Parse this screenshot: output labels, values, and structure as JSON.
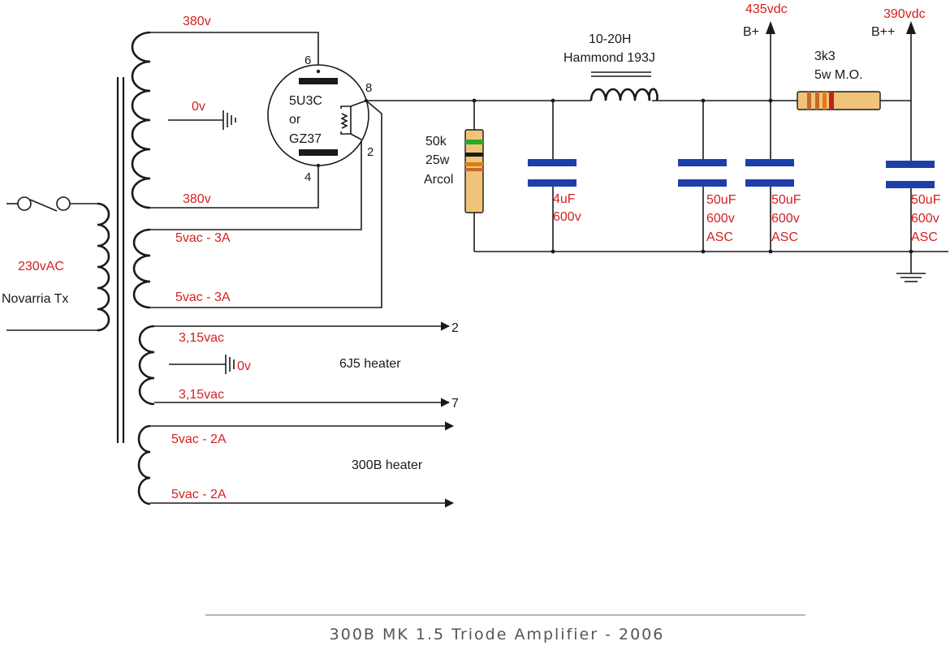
{
  "title": "300B MK 1.5  Triode Amplifier  - 2006",
  "mains": {
    "voltage": "230vAC",
    "transformer": "Novarria Tx"
  },
  "hv_winding": {
    "top": "380v",
    "center": "0v",
    "bottom": "380v"
  },
  "rect_winding": {
    "top": "5vac - 3A",
    "bottom": "5vac - 3A"
  },
  "heater_6j5": {
    "top": "3,15vac",
    "bottom": "3,15vac",
    "center": "0v",
    "name": "6J5   heater",
    "pin_top": "2",
    "pin_bottom": "7"
  },
  "heater_300b": {
    "top": "5vac - 2A",
    "bottom": "5vac - 2A",
    "name": "300B heater"
  },
  "tube": {
    "line1": "5U3C",
    "line2": "or",
    "line3": "GZ37",
    "pin_plate_top": "6",
    "pin_plate_bottom": "4",
    "pin_cathode": "8",
    "pin_heater": "2"
  },
  "bleeder": {
    "line1": "50k",
    "line2": "25w",
    "line3": "Arcol"
  },
  "choke": {
    "line1": "10-20H",
    "line2": "Hammond 193J"
  },
  "cap1": {
    "line1": "4uF",
    "line2": "600v"
  },
  "cap2": {
    "line1": "50uF",
    "line2": "600v",
    "line3": "ASC"
  },
  "cap3": {
    "line1": "50uF",
    "line2": "600v",
    "line3": "ASC"
  },
  "cap4": {
    "line1": "50uF",
    "line2": "600v",
    "line3": "ASC"
  },
  "bplus": {
    "voltage": "435vdc",
    "name": "B+"
  },
  "bplusplus": {
    "voltage": "390vdc",
    "name": "B++"
  },
  "series_resistor": {
    "line1": "3k3",
    "line2": "5w M.O."
  },
  "colors": {
    "label": "#d42020",
    "capacitor": "#1f3fa8",
    "wire": "#1a1a1a",
    "resistor_body": "#f0c478"
  }
}
